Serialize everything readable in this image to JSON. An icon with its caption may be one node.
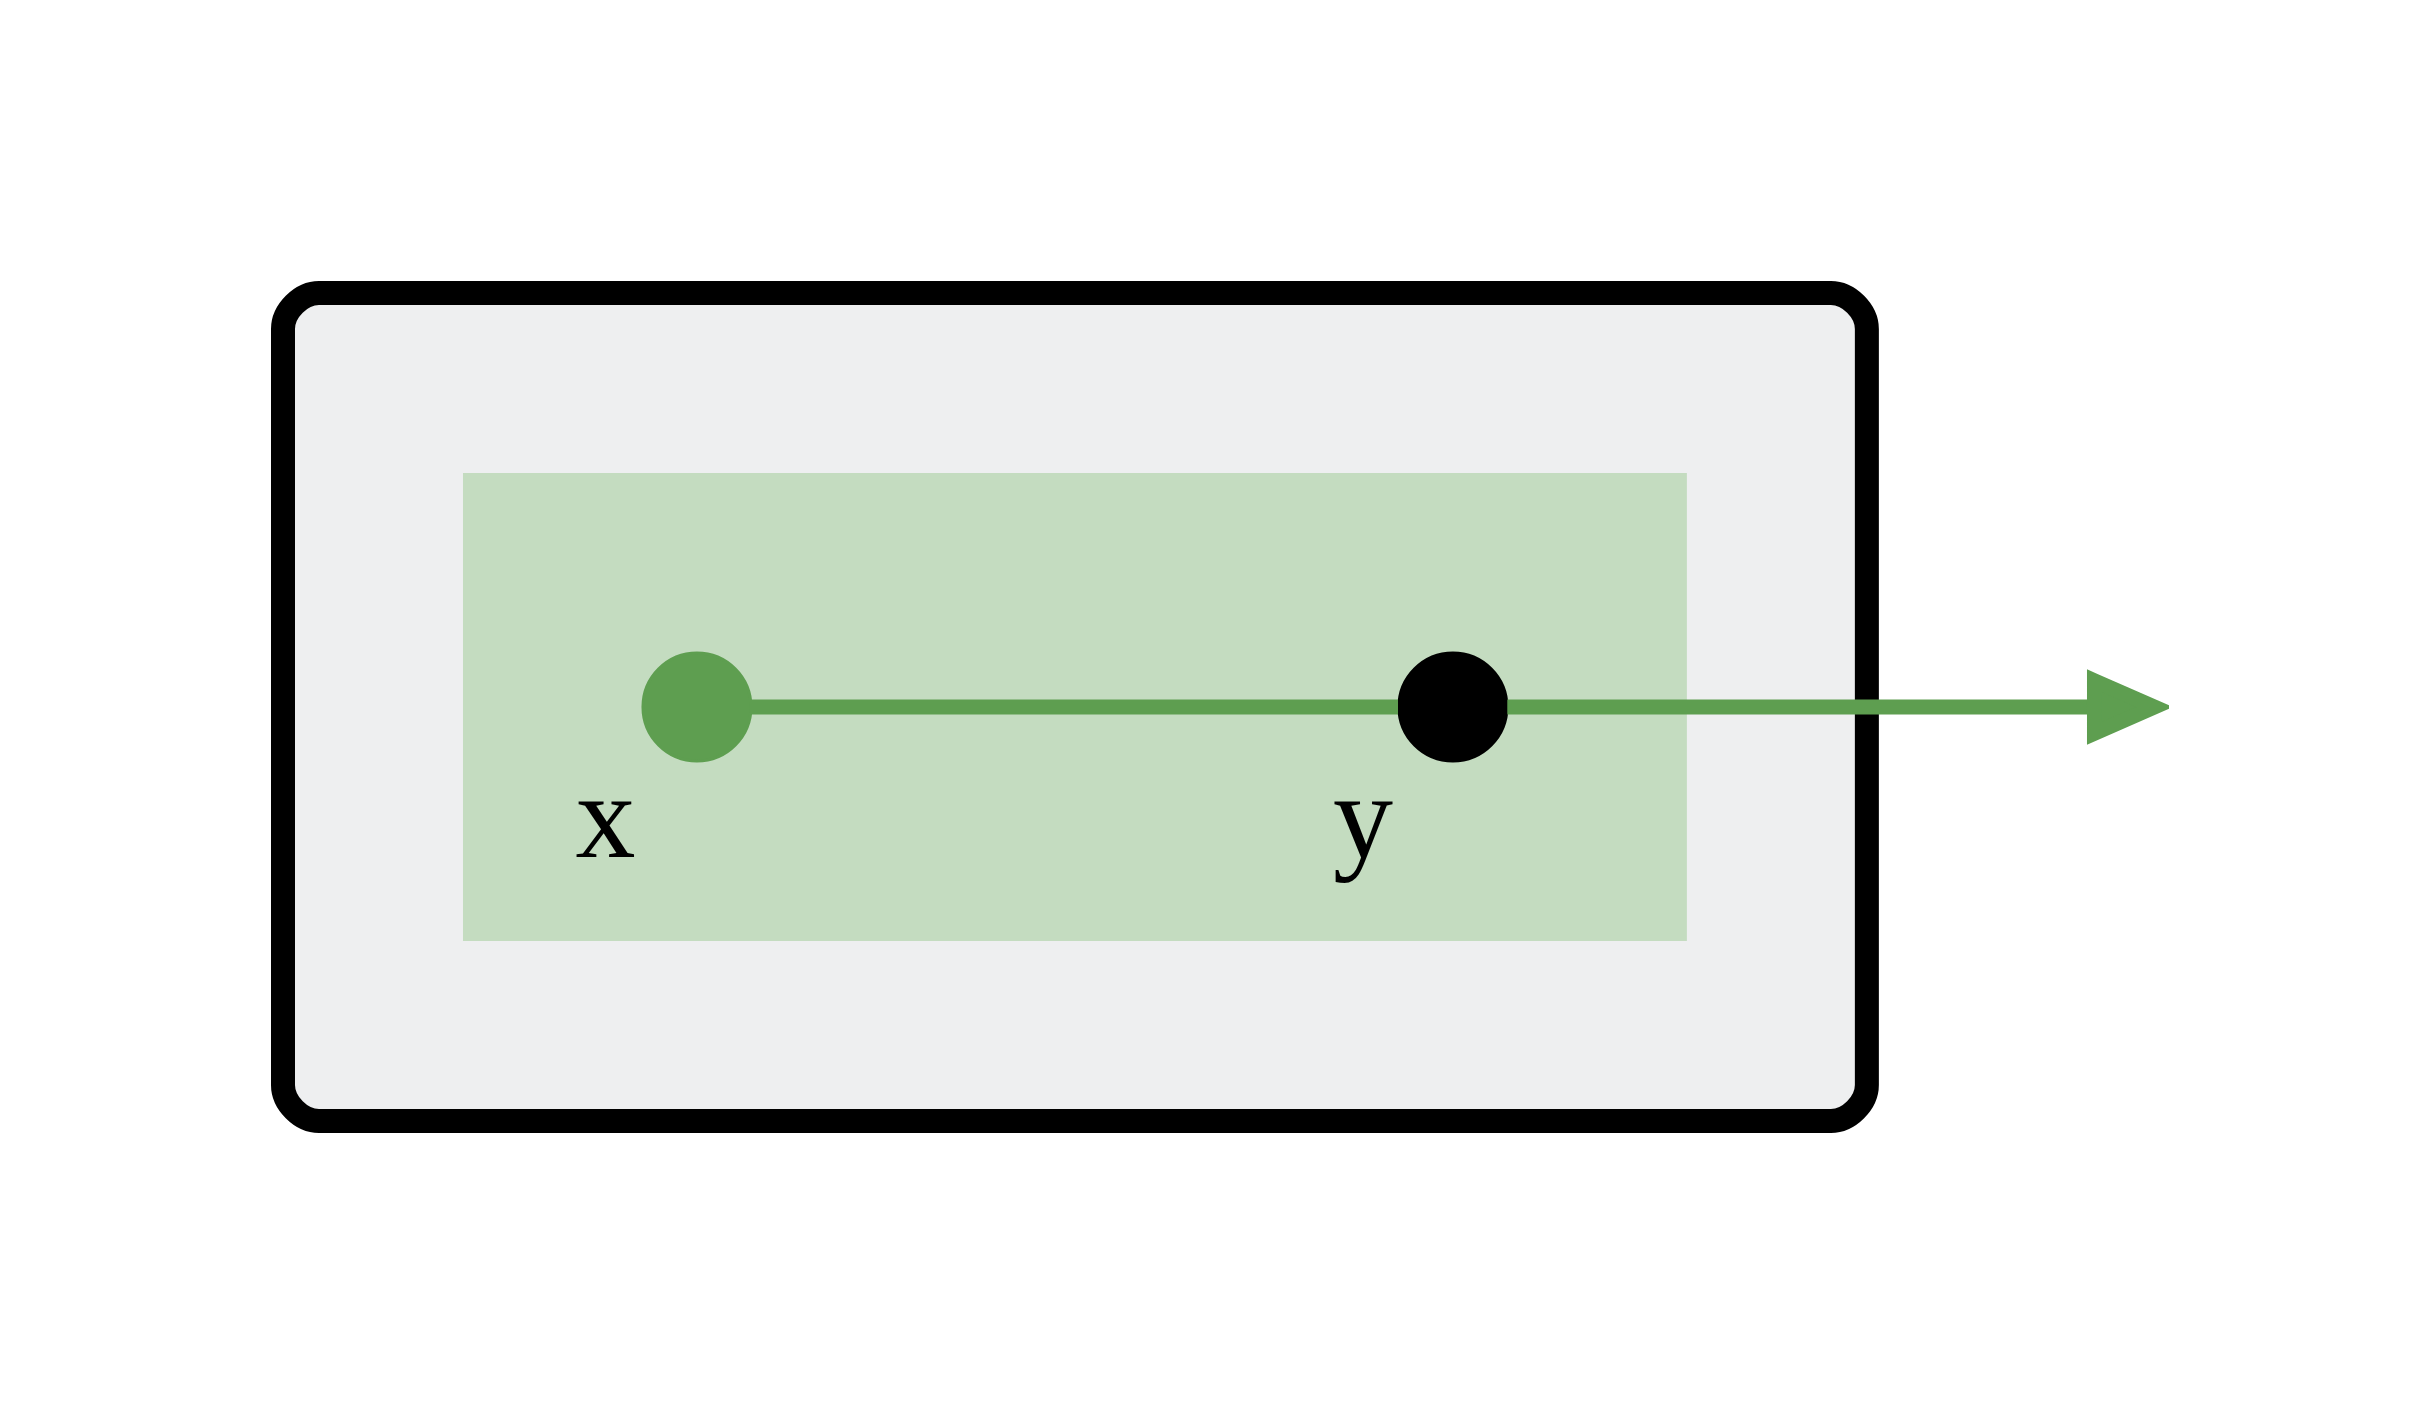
{
  "diagram": {
    "nodes": [
      {
        "text": [],
        "shape": "cloud"
      },
      {
        "text": [],
        "shape": "box",
        "in": 0
      },
      {
        "text": [],
        "shape": "circle",
        "in": 1,
        "beside": [
          "x"
        ]
      },
      {
        "text": [],
        "shape": "circle",
        "in": 1,
        "beside": [
          "y"
        ]
      }
    ],
    "edges": [
      {
        "from": 2,
        "to": 3,
        "arrow": "none"
      },
      {
        "from": 3,
        "to": null,
        "arrow": "to"
      }
    ]
  }
}
